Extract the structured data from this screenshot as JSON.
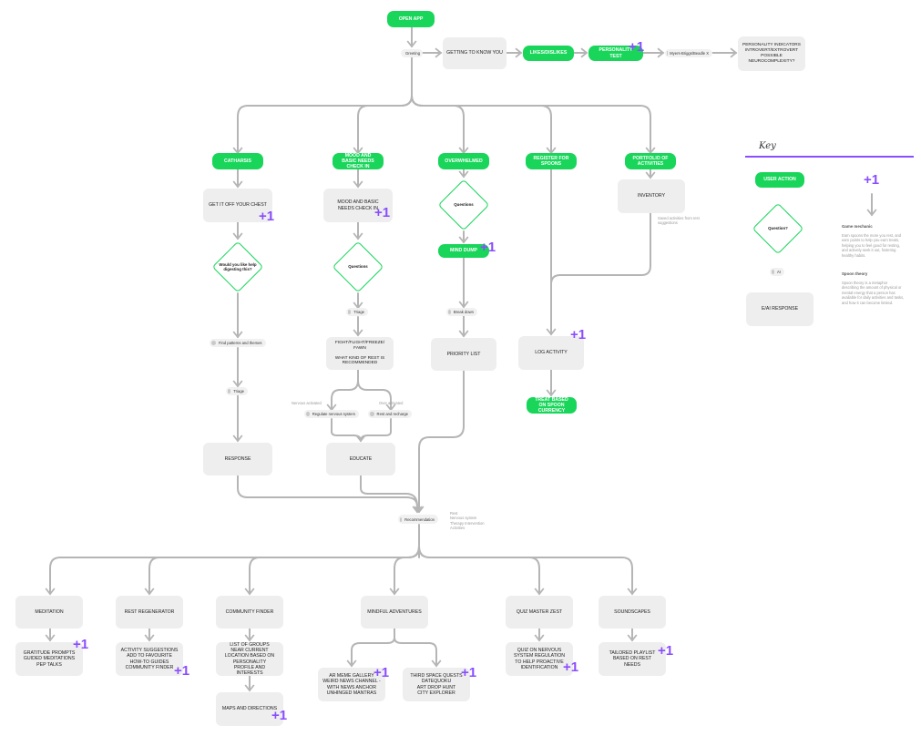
{
  "nodes": {
    "open_app": "OPEN APP",
    "getting_to_know": "GETTING TO KNOW YOU",
    "likes_dislikes": "LIKES/DISLIKES",
    "personality_test": "PERSONALITY TEST",
    "personality_indicators": "PERSONALITY INDICATORS\nINTROVERT/EXTROVERT\nPOSSIBLE NEUROCOMPLEXITY?",
    "catharsis": "CATHARSIS",
    "mood_check_action": "MOOD AND BASIC NEEDS CHECK IN",
    "overwhelmed": "OVERWHELMED",
    "register_spoons": "REGISTER FOR SPOONS",
    "portfolio": "PORTFOLIO OF ACTIVITIES",
    "get_off_chest": "GET IT OFF YOUR CHEST",
    "mood_check_resp": "MOOD AND BASIC NEEDS CHECK IN",
    "inventory": "INVENTORY",
    "mind_dump": "MIND DUMP",
    "fight_flight": "FIGHT/FLIGHT/FREEZE/ FAWN\n\nWHAT KIND OF REST IS RECOMMENDED",
    "priority_list": "PRIORITY LIST",
    "log_activity": "LOG ACTIVITY",
    "treat_based": "TREAT BASED ON SPOON CURRENCY",
    "response": "RESPONSE",
    "educate": "EDUCATE",
    "meditation": "MEDITATION",
    "rest_regenerator": "REST REGENERATOR",
    "community_finder": "COMMUNITY FINDER",
    "mindful_adventures": "MINDFUL ADVENTURES",
    "quiz_master": "QUIZ MASTER ZEST",
    "soundscapes": "SOUNDSCAPES",
    "gratitude": "GRATITUDE PROMPTS\nGUIDED MEDITATIONS\nPEP TALKS",
    "activity_suggestions": "ACTIVITY SUGGESTIONS\nADD TO FAVOURITE\nHOW-TO GUIDES\nCOMMUNITY FINDER",
    "list_groups": "LIST OF GROUPS NEAR CURRENT LOCATION BASED ON PERSONALITY PROFILE AND INTERESTS",
    "maps_directions": "MAPS AND DIRECTIONS",
    "ar_meme": "AR MEME GALLERY\nWEIRD NEWS CHANNEL - WITH NEWS ANCHOR\nUNHINGED MANTRAS",
    "third_space": "THIRD SPACE QUESTS\nDATEQUOKU\nART DROP HUNT\nCITY EXPLORER",
    "quiz_nervous": "QUIZ ON NERVOUS SYSTEM REGULATION TO HELP PROACTIVE IDENTIFICATION",
    "tailored_playlist": "TAILORED PLAYLIST BASED ON REST NEEDS"
  },
  "decisions": {
    "help_digesting": "Would you like help digesting this?",
    "questions_mood": "Questions",
    "questions_over": "Questions"
  },
  "pills": {
    "greeting": "Greeting",
    "myers_briggs": "Myers-Briggs/Beadle X",
    "find_patterns": "Find patterns and themes",
    "triage_mood": "Triage",
    "triage_cath": "Triage",
    "break_down": "Break down",
    "regulate": "Regulate nervous system",
    "rest_recharge": "Rest and recharge",
    "recommendation": "Recommendation"
  },
  "annotations": {
    "saved_activities": "Saved activities from rest suggestions",
    "nervous_activated": "Nervous activated",
    "over_activated": "Over activated",
    "rec_notes": "Rest\nNervous system\nTherapy Intervention\nActivities"
  },
  "reward_badge": "+1",
  "key": {
    "title": "Key",
    "user_action": "USER ACTION",
    "question": "Question?",
    "ai": "AI",
    "ai_response": "E/AI RESPONSE",
    "badge": "+1",
    "game_mechanic_title": "Game mechanic",
    "game_mechanic_text": "Earn spoons the more you rest, and earn points to help you earn treats, helping you to feel good for resting, and actively seek it out, fostering healthy habits.",
    "spoon_theory_title": "Spoon theory",
    "spoon_theory_text": "Spoon theory is a metaphor describing the amount of physical or mental energy that a person has available for daily activities and tasks, and how it can become limited."
  },
  "colors": {
    "action": "#19d65b",
    "badge": "#8a4dff",
    "response_bg": "#eeeeee",
    "connector": "#b5b5b5"
  }
}
